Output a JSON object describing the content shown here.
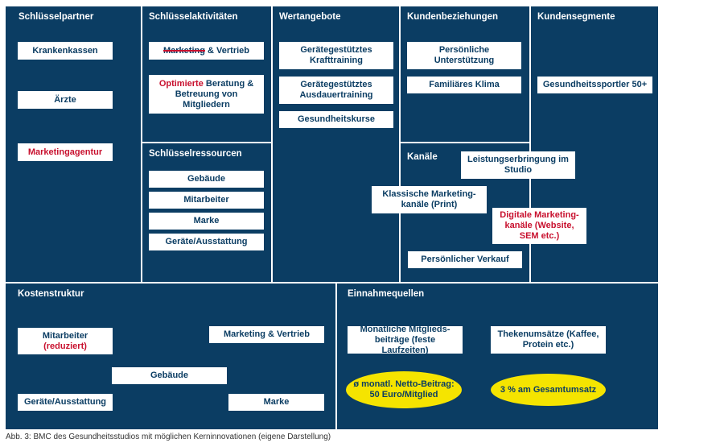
{
  "canvas": {
    "key_partners": {
      "title": "Schlüsselpartner",
      "items": [
        "Krankenkassen",
        "Ärzte",
        "Marketingagentur"
      ]
    },
    "key_activities": {
      "title": "Schlüsselaktivitäten",
      "item1_strike": "Marketing",
      "item1_rest": " & Vertrieb",
      "item2_red": "Optimierte",
      "item2_rest": " Beratung & Betreuung von Mitgliedern"
    },
    "key_resources": {
      "title": "Schlüsselressourcen",
      "items": [
        "Gebäude",
        "Mitarbeiter",
        "Marke",
        "Geräte/Ausstattung"
      ]
    },
    "value_propositions": {
      "title": "Wertangebote",
      "items": [
        "Gerätegestütztes Krafttraining",
        "Gerätegestütztes Ausdauertraining",
        "Gesundheitskurse"
      ]
    },
    "customer_relationships": {
      "title": "Kundenbeziehungen",
      "items": [
        "Persönliche Unterstützung",
        "Familiäres Klima"
      ]
    },
    "channels": {
      "title": "Kanäle",
      "items": [
        "Leistungserbringung im Studio",
        "Klassische Marketing-kanäle (Print)",
        "Digitale Marketing-kanäle (Website, SEM etc.)",
        "Persönlicher Verkauf"
      ]
    },
    "customer_segments": {
      "title": "Kundensegmente",
      "items": [
        "Gesundheitssportler 50+"
      ]
    },
    "cost_structure": {
      "title": "Kostenstruktur",
      "mitarbeiter": "Mitarbeiter",
      "mitarbeiter_note": "(reduziert)",
      "items": [
        "Marketing & Vertrieb",
        "Gebäude",
        "Geräte/Ausstattung",
        "Marke"
      ]
    },
    "revenue_streams": {
      "title": "Einnahmequellen",
      "items": [
        "Monatliche Mitglieds-beiträge (feste Laufzeiten)",
        "Thekenumsätze (Kaffee, Protein etc.)"
      ],
      "ovals": [
        "ø monatl. Netto-Beitrag: 50 Euro/Mitglied",
        "3 % am Gesamtumsatz"
      ]
    }
  },
  "caption": "Abb. 3: BMC des Gesundheitsstudios mit möglichen Kerninnovationen (eigene Darstellung)",
  "colors": {
    "panel": "#0b3d63",
    "highlight": "#c8102e",
    "oval": "#f5e400"
  }
}
